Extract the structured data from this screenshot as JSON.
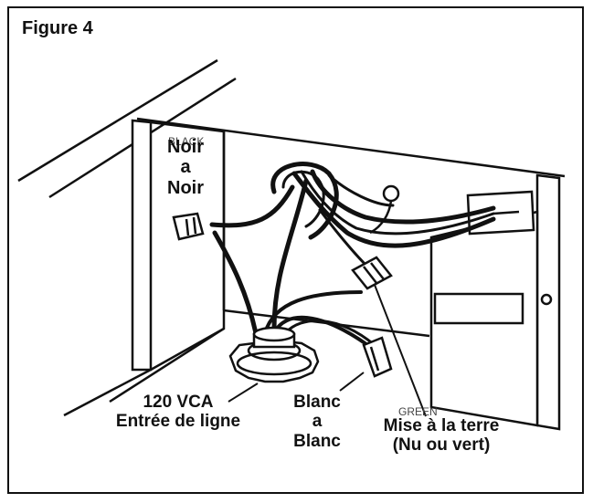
{
  "figure": {
    "title": "Figure 4"
  },
  "labels": {
    "black_ghost": "BLACK",
    "noir_line1": "Noir",
    "noir_line2": "a",
    "noir_line3": "Noir",
    "voltage_line1": "120 VCA",
    "voltage_line2": "Entrée de ligne",
    "blanc_line1": "Blanc",
    "blanc_line2": "a",
    "blanc_line3": "Blanc",
    "green_ghost": "GREEN",
    "ground_line1": "Mise à la terre",
    "ground_line2": "(Nu ou vert)"
  },
  "colors": {
    "ink": "#111111",
    "paper": "#ffffff",
    "shade": "#e6e6e6"
  }
}
